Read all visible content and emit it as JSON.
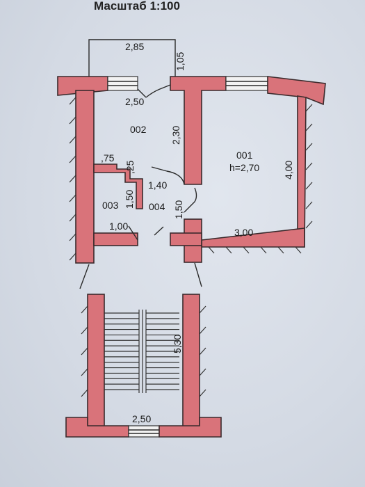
{
  "title": "Масштаб 1:100",
  "rooms": [
    {
      "id": "room-001",
      "number": "001",
      "height": "h=2,70"
    },
    {
      "id": "room-002",
      "number": "002"
    },
    {
      "id": "room-003",
      "number": "003"
    },
    {
      "id": "room-004",
      "number": "004"
    }
  ],
  "dimensions": {
    "balcony_width": "2,85",
    "balcony_depth": "1,05",
    "room002_width": "2,50",
    "room002_length": "2,30",
    "room001_length": "4,00",
    "room001_width": "3,00",
    "room003_width": "1,00",
    "room003_length": "1,50",
    "room004_width": "1,40",
    "room004_length": "1,50",
    "step_75": ",75",
    "step_25": ",25",
    "stair_length": "5,30",
    "stair_width": "2,50"
  },
  "colors": {
    "wall": "#d9737a",
    "outline": "#3a2a2c",
    "paper": "#d7dde6"
  }
}
